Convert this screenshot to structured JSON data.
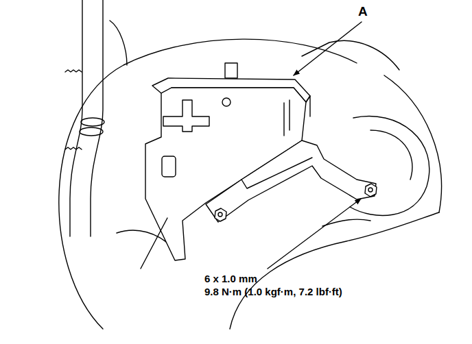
{
  "diagram": {
    "labels": [
      "A",
      "6 x 1.0 mm",
      "9.8 N·m (1.0 kgf·m, 7.2 lbf·ft)"
    ]
  }
}
